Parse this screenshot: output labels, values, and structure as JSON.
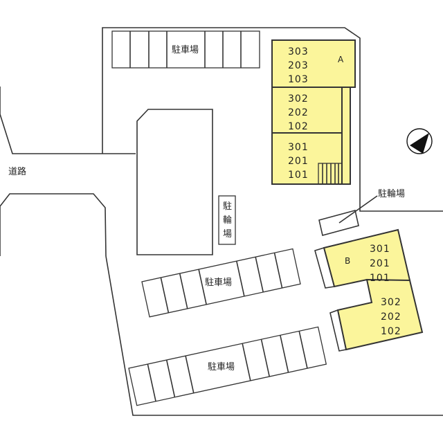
{
  "labels": {
    "road": "道路",
    "parking_top": "駐車場",
    "parking_mid": "駐車場",
    "parking_bottom": "駐車場",
    "bicycle_parking": "駐輪場",
    "parking_vertical": [
      "駐",
      "輪",
      "場"
    ]
  },
  "building_a": {
    "name": "A",
    "blocks": [
      [
        "303",
        "203",
        "103"
      ],
      [
        "302",
        "202",
        "102"
      ],
      [
        "301",
        "201",
        "101"
      ]
    ]
  },
  "building_b": {
    "name": "B",
    "blocks": [
      [
        "301",
        "201",
        "101"
      ],
      [
        "302",
        "202",
        "102"
      ]
    ]
  },
  "colors": {
    "building_fill": "#fbf59b",
    "outline": "#333333",
    "compass": "#111111"
  },
  "icons": {
    "north": "north-arrow-icon"
  }
}
